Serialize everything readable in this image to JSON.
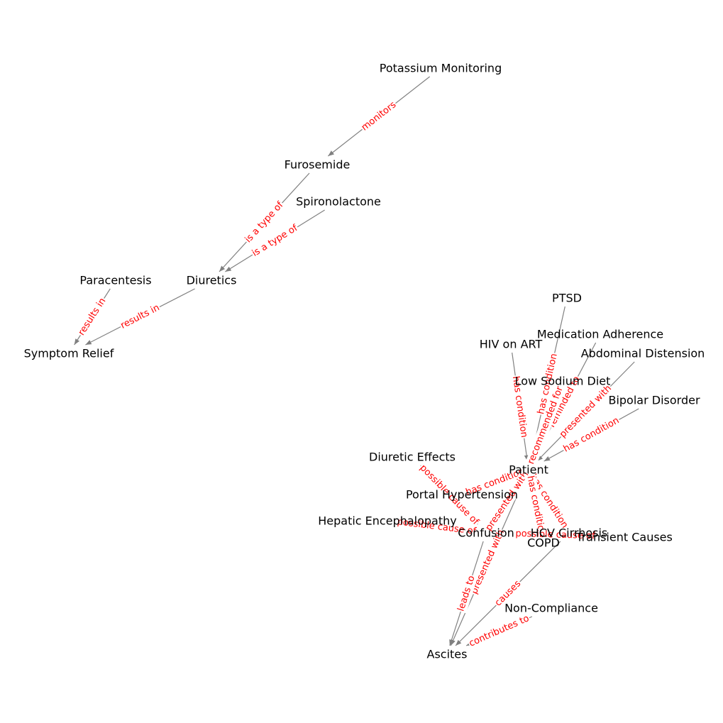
{
  "colors": {
    "edge": "#808080",
    "edge_label": "#ff0000",
    "node_label": "#000000",
    "background": "#ffffff"
  },
  "nodes": {
    "potassium_monitoring": "Potassium Monitoring",
    "furosemide": "Furosemide",
    "spironolactone": "Spironolactone",
    "diuretics": "Diuretics",
    "paracentesis": "Paracentesis",
    "symptom_relief": "Symptom Relief",
    "ptsd": "PTSD",
    "medication_adherence": "Medication Adherence",
    "hiv_on_art": "HIV on ART",
    "abdominal_distension": "Abdominal Distension",
    "low_sodium_diet": "Low Sodium Diet",
    "bipolar_disorder": "Bipolar Disorder",
    "diuretic_effects": "Diuretic Effects",
    "patient": "Patient",
    "portal_hypertension": "Portal Hypertension",
    "hepatic_encephalopathy": "Hepatic Encephalopathy",
    "confusion": "Confusion",
    "hcv_cirrhosis": "HCV Cirrhosis",
    "transient_causes": "Transient Causes",
    "copd": "COPD",
    "non_compliance": "Non-Compliance",
    "ascites": "Ascites"
  },
  "edges": [
    {
      "source": "potassium_monitoring",
      "target": "furosemide",
      "label": "monitors"
    },
    {
      "source": "furosemide",
      "target": "diuretics",
      "label": "is a type of"
    },
    {
      "source": "spironolactone",
      "target": "diuretics",
      "label": "is a type of"
    },
    {
      "source": "paracentesis",
      "target": "symptom_relief",
      "label": "results in"
    },
    {
      "source": "diuretics",
      "target": "symptom_relief",
      "label": "results in"
    },
    {
      "source": "ptsd",
      "target": "patient",
      "label": "has condition"
    },
    {
      "source": "medication_adherence",
      "target": "patient",
      "label": "reminded to"
    },
    {
      "source": "hiv_on_art",
      "target": "patient",
      "label": "has condition"
    },
    {
      "source": "abdominal_distension",
      "target": "patient",
      "label": "presented with"
    },
    {
      "source": "low_sodium_diet",
      "target": "patient",
      "label": "recommended for"
    },
    {
      "source": "bipolar_disorder",
      "target": "patient",
      "label": "has condition"
    },
    {
      "source": "patient",
      "target": "portal_hypertension",
      "label": "has condition"
    },
    {
      "source": "patient",
      "target": "confusion",
      "label": "presented with"
    },
    {
      "source": "patient",
      "target": "hcv_cirrhosis",
      "label": "has condition"
    },
    {
      "source": "patient",
      "target": "copd",
      "label": "has condition"
    },
    {
      "source": "patient",
      "target": "ascites",
      "label": "presented with"
    },
    {
      "source": "diuretic_effects",
      "target": "confusion",
      "label": "possible cause of"
    },
    {
      "source": "hepatic_encephalopathy",
      "target": "confusion",
      "label": "possible cause of"
    },
    {
      "source": "transient_causes",
      "target": "confusion",
      "label": "possible cause of"
    },
    {
      "source": "confusion",
      "target": "ascites",
      "label": "leads to"
    },
    {
      "source": "hcv_cirrhosis",
      "target": "ascites",
      "label": "causes"
    },
    {
      "source": "non_compliance",
      "target": "ascites",
      "label": "contributes to"
    }
  ]
}
